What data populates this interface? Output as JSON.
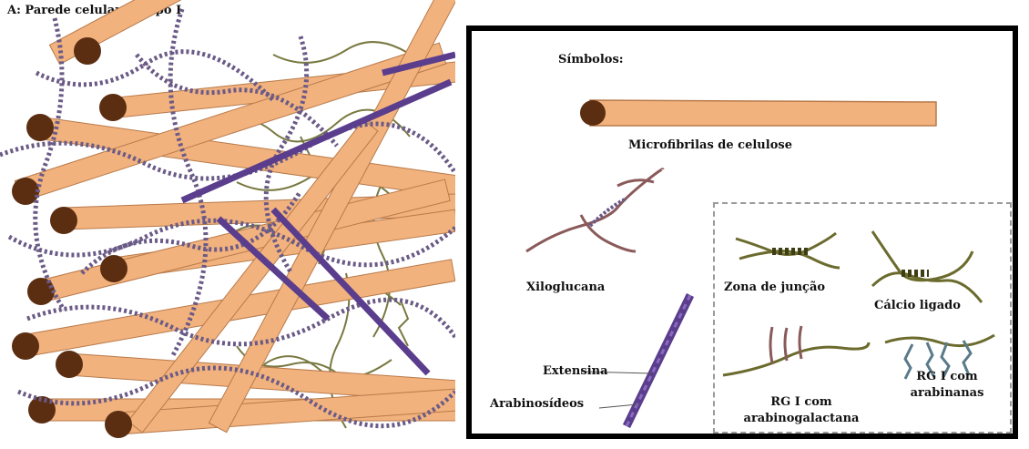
{
  "panel_a": {
    "title": "A: Parede celular do tipo I"
  },
  "legend": {
    "title": "Símbolos:",
    "items": {
      "cellulose": "Microfibrilas de celulose",
      "xyloglucan": "Xiloglucana",
      "extensin": "Extensina",
      "arabinosides": "Arabinosídeos",
      "junction_zone": "Zona de junção",
      "calcium": "Cálcio ligado",
      "rg1_arabinogalactan_line1": "RG  I com",
      "rg1_arabinogalactan_line2": "arabinogalactana",
      "rg1_arabinan_line1": "RG I com",
      "rg1_arabinan_line2": "arabinanas"
    }
  },
  "colors": {
    "cellulose_fill": "#f2b27e",
    "cellulose_end": "#5b2e12",
    "xyloglucan": "#8a5a5a",
    "xyloglucan_beads": "#6a5a86",
    "pectin": "#6b6b2e",
    "extensin": "#5a3d8c",
    "border": "#000000"
  }
}
